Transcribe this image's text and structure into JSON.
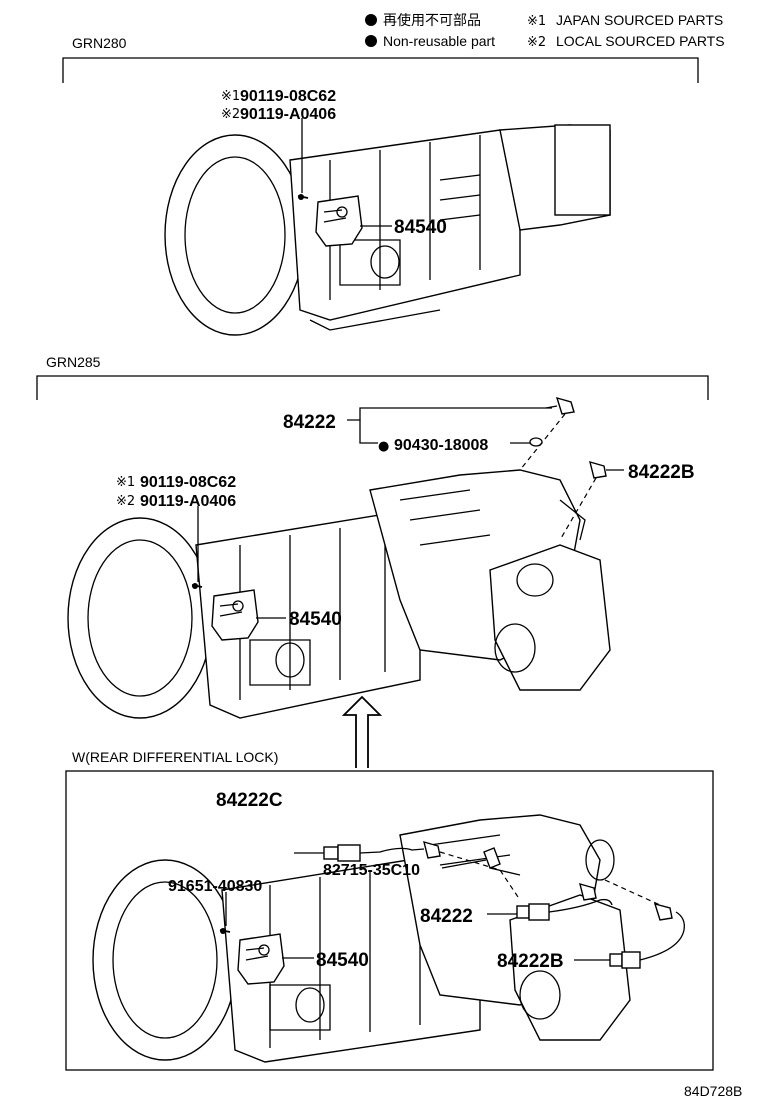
{
  "legend": {
    "non_reusable_jp": "再使用不可部品",
    "non_reusable_en": "Non-reusable part",
    "note1_mark": "※1",
    "note1_text": "JAPAN SOURCED PARTS",
    "note2_mark": "※2",
    "note2_text": "LOCAL SOURCED PARTS"
  },
  "sections": [
    {
      "label": "GRN280",
      "parts": [
        {
          "mark": "※1",
          "number": "90119-08C62"
        },
        {
          "mark": "※2",
          "number": "90119-A0406"
        },
        {
          "number": "84540"
        }
      ]
    },
    {
      "label": "GRN285",
      "parts": [
        {
          "number": "84222"
        },
        {
          "mark": "●",
          "number": "90430-18008"
        },
        {
          "number": "84222B"
        },
        {
          "mark": "※1",
          "number": "90119-08C62"
        },
        {
          "mark": "※2",
          "number": "90119-A0406"
        },
        {
          "number": "84540"
        }
      ]
    },
    {
      "label": "W(REAR DIFFERENTIAL LOCK)",
      "parts": [
        {
          "number": "84222C"
        },
        {
          "number": "82715-35C10"
        },
        {
          "number": "91651-40830"
        },
        {
          "number": "84222"
        },
        {
          "number": "84540"
        },
        {
          "number": "84222B"
        }
      ]
    }
  ],
  "figure_code": "84D728B"
}
